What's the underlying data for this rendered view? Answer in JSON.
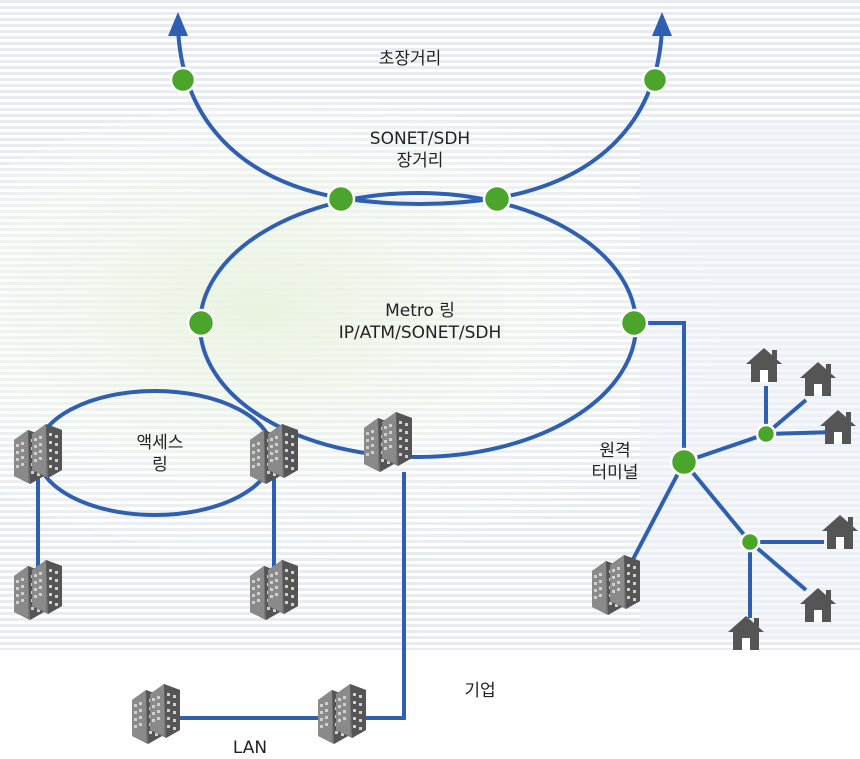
{
  "labels": {
    "ultra_long_haul": "초장거리",
    "sonet_sdh_line1": "SONET/SDH",
    "sonet_sdh_line2": "장거리",
    "metro_line1": "Metro 링",
    "metro_line2": "IP/ATM/SONET/SDH",
    "access_line1": "액세스",
    "access_line2": "링",
    "remote_line1": "원격",
    "remote_line2": "터미널",
    "enterprise": "기업",
    "lan": "LAN"
  },
  "colors": {
    "link": "#2f5fb3",
    "node": "#4aa52a",
    "node_outline": "#ffffff",
    "building": "#6e6e6e",
    "house": "#555555",
    "stripes": "#e6e9ee"
  },
  "icons": {
    "building": "building-icon",
    "house": "house-icon",
    "arrow": "arrow-up-icon"
  }
}
